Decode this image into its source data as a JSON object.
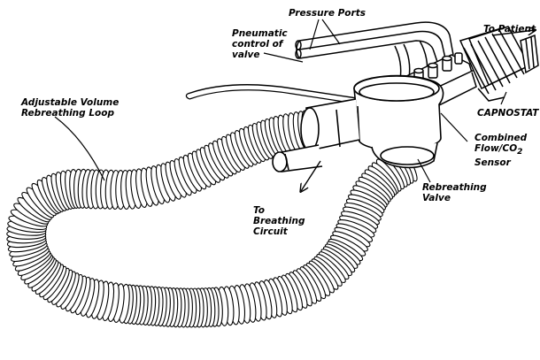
{
  "labels": {
    "pressure_ports": "Pressure Ports",
    "pneumatic": [
      "Pneumatic",
      "control of",
      "valve"
    ],
    "to_patient": "To Patient",
    "adjustable_loop": [
      "Adjustable Volume",
      "Rebreathing Loop"
    ],
    "capnostat": "CAPNOSTAT",
    "combined_sensor": [
      "Combined",
      "Flow/CO",
      "Sensor"
    ],
    "co2_subscript": "2",
    "rebreathing_valve": [
      "Rebreathing",
      "Valve"
    ],
    "to_breathing_circuit": [
      "To",
      "Breathing",
      "Circuit"
    ]
  }
}
